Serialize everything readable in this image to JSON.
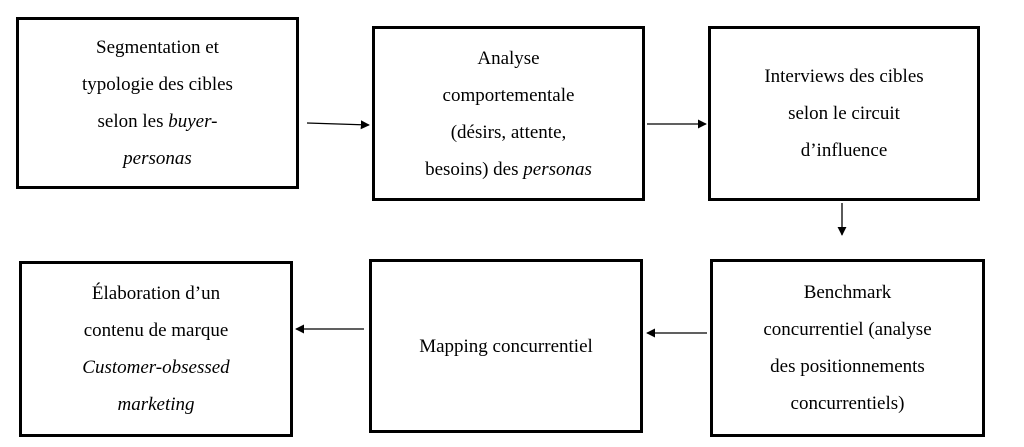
{
  "steps": [
    {
      "lines": [
        "Segmentation et",
        "typologie des cibles",
        "selon les <i>buyer-</i>",
        "<i>personas</i>"
      ]
    },
    {
      "lines": [
        "Analyse",
        "comportementale",
        "(désirs, attente,",
        "besoins) des <i>personas</i>"
      ]
    },
    {
      "lines": [
        "Interviews des cibles",
        "selon le circuit",
        "d’influence"
      ]
    },
    {
      "lines": [
        "Benchmark",
        "concurrentiel (analyse",
        "des positionnements",
        "concurrentiels)"
      ]
    },
    {
      "lines": [
        "Mapping concurrentiel"
      ]
    },
    {
      "lines": [
        "Élaboration d’un",
        "contenu de marque",
        "<i>Customer-obsessed</i>",
        "<i>marketing</i>"
      ]
    }
  ],
  "flow": [
    "1→2",
    "2→3",
    "3→4",
    "4→5",
    "5→6"
  ]
}
